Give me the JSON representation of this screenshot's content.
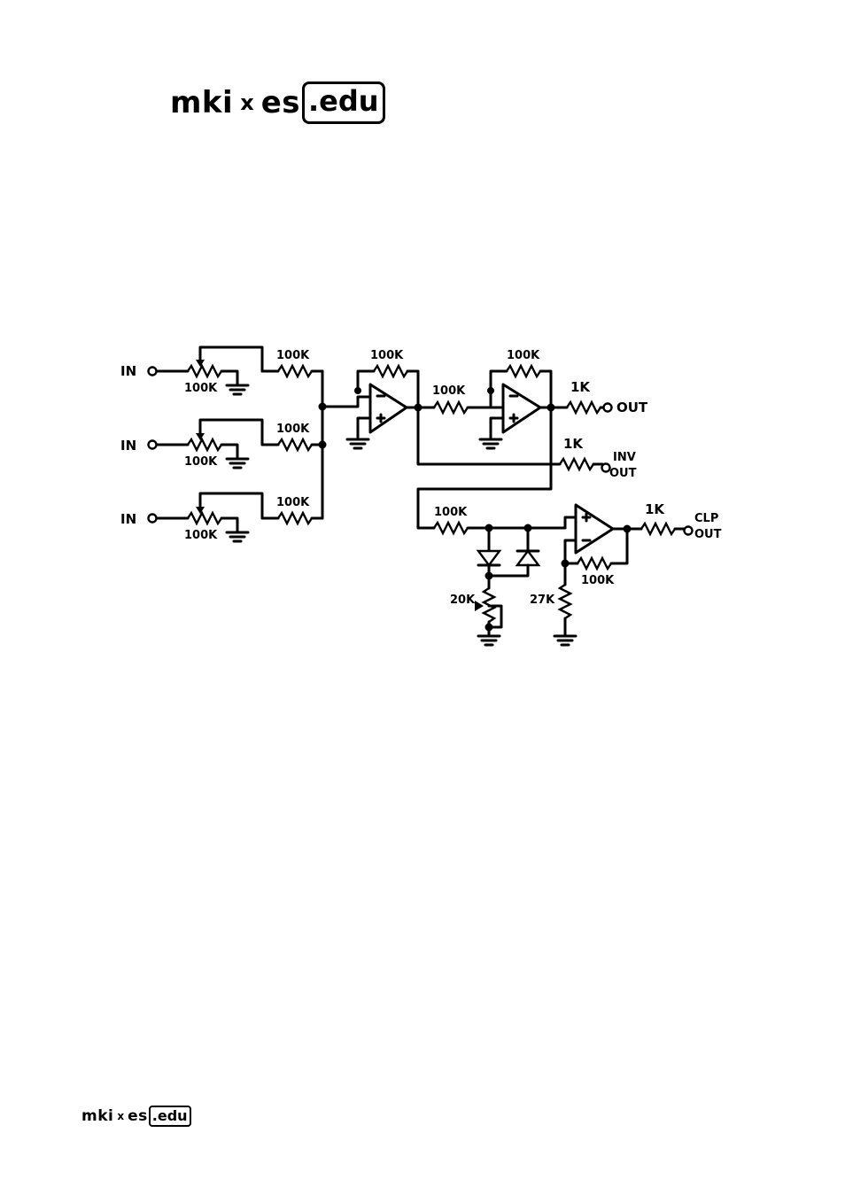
{
  "logo": {
    "part1": "mki",
    "cross": "x",
    "part2": "es",
    "boxed": ".edu"
  },
  "footer_logo": {
    "part1": "mki",
    "cross": "x",
    "part2": "es",
    "boxed": ".edu"
  },
  "schematic": {
    "inputs": [
      {
        "label": "IN",
        "pot": "100K",
        "resistor": "100K"
      },
      {
        "label": "IN",
        "pot": "100K",
        "resistor": "100K"
      },
      {
        "label": "IN",
        "pot": "100K",
        "resistor": "100K"
      }
    ],
    "mixer_feedback": "100K",
    "inverter_input": "100K",
    "inverter_feedback": "100K",
    "out_resistor": "1K",
    "out_label": "OUT",
    "inv_resistor": "1K",
    "inv_label_top": "INV",
    "inv_label_bottom": "OUT",
    "clip_input": "100K",
    "clip_pot": "20K",
    "clip_ground_resistor": "27K",
    "clip_feedback": "100K",
    "clp_resistor": "1K",
    "clp_label_top": "CLP",
    "clp_label_bottom": "OUT"
  }
}
